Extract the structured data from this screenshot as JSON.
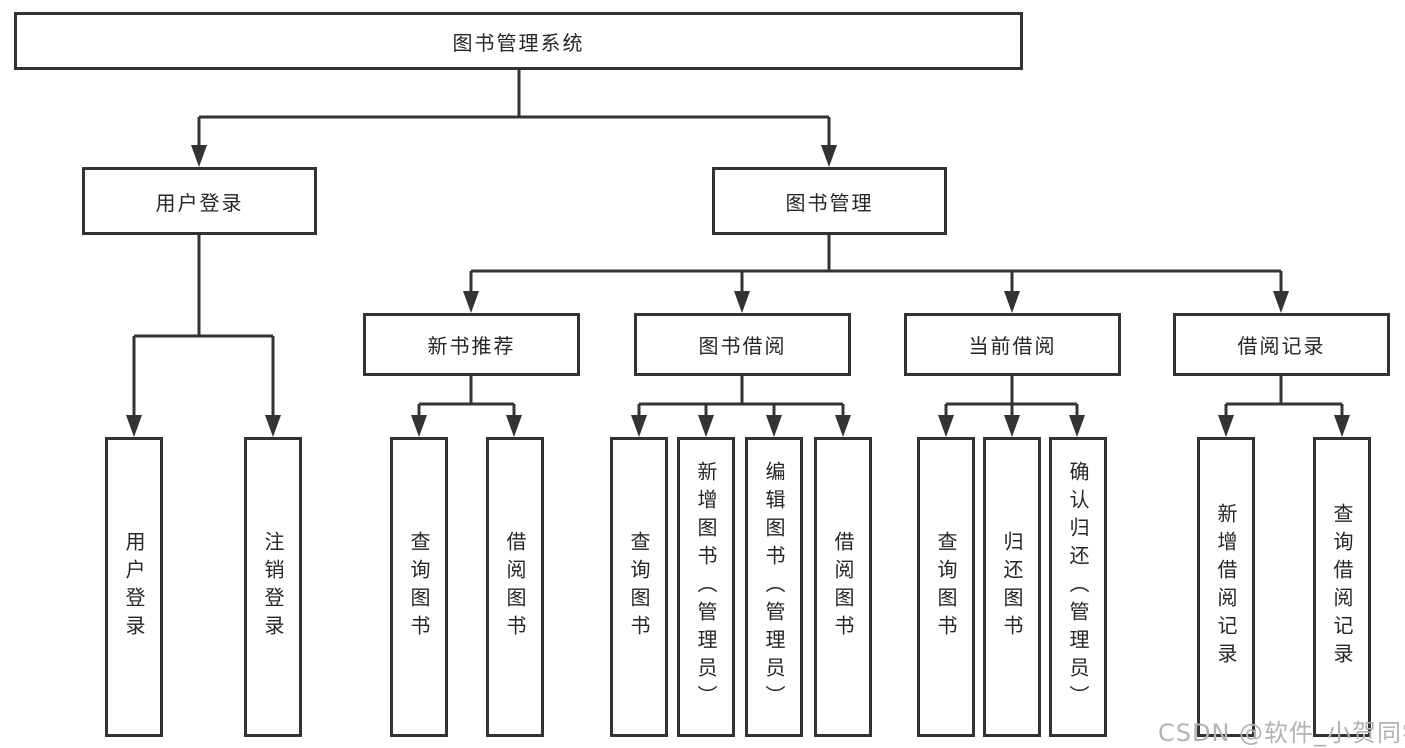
{
  "diagram": {
    "type": "hierarchy-tree",
    "root": {
      "label": "图书管理系统",
      "children": [
        {
          "label": "用户登录",
          "children": [
            {
              "label": "用户登录"
            },
            {
              "label": "注销登录"
            }
          ]
        },
        {
          "label": "图书管理",
          "children": [
            {
              "label": "新书推荐",
              "children": [
                {
                  "label": "查询图书"
                },
                {
                  "label": "借阅图书"
                }
              ]
            },
            {
              "label": "图书借阅",
              "children": [
                {
                  "label": "查询图书"
                },
                {
                  "label": "新增图书（管理员）"
                },
                {
                  "label": "编辑图书（管理员）"
                },
                {
                  "label": "借阅图书"
                }
              ]
            },
            {
              "label": "当前借阅",
              "children": [
                {
                  "label": "查询图书"
                },
                {
                  "label": "归还图书"
                },
                {
                  "label": "确认归还（管理员）"
                }
              ]
            },
            {
              "label": "借阅记录",
              "children": [
                {
                  "label": "新增借阅记录"
                },
                {
                  "label": "查询借阅记录"
                }
              ]
            }
          ]
        }
      ]
    }
  },
  "watermark": {
    "text": "CSDN @软件_小贺同学",
    "color": "#b3b3b3"
  },
  "colors": {
    "line": "#333333",
    "text": "#262626",
    "background": "#ffffff"
  }
}
